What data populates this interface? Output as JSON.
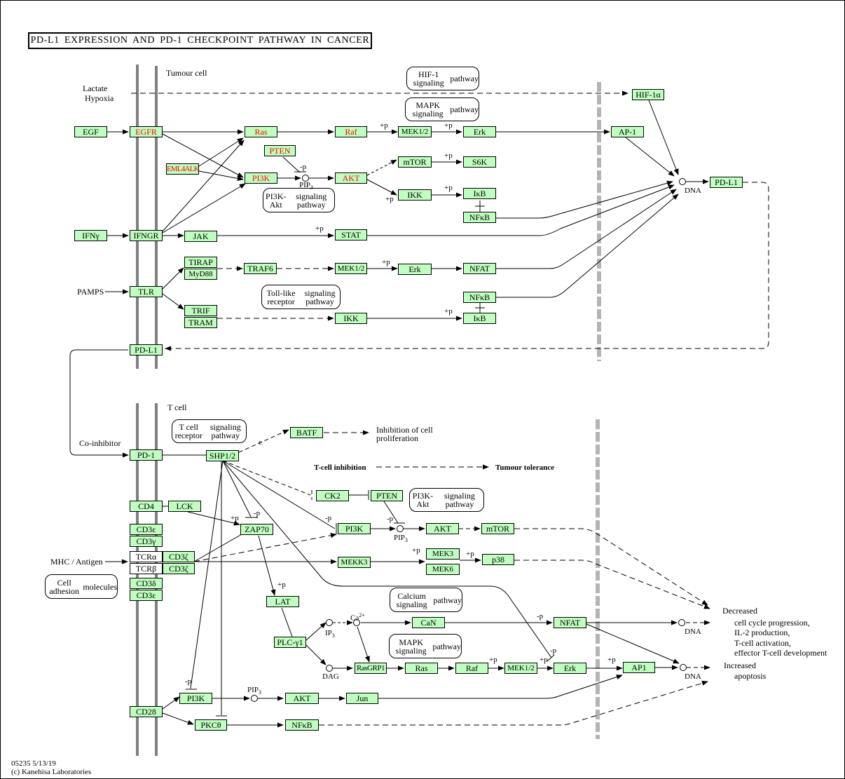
{
  "title": "PD-L1 EXPRESSION AND PD-1 CHECKPOINT PATHWAY IN CANCER",
  "colors": {
    "gene_fill": "#bfffbf",
    "highlight_text": "#ff0000",
    "membrane": "#808080",
    "nucleus_membrane": "#b4b4b4"
  },
  "compartments": {
    "tumour_cell": "Tumour cell",
    "t_cell": "T cell"
  },
  "tumour": {
    "inputs": {
      "lactate": "Lactate",
      "hypoxia": "Hypoxia",
      "pamps": "PAMPS"
    },
    "nodes": {
      "egf": "EGF",
      "egfr": "EGFR",
      "ras": "Ras",
      "raf": "Raf",
      "mek12": "MEK1/2",
      "erk": "Erk",
      "ap1": "AP-1",
      "hif1a": "HIF-1α",
      "pten": "PTEN",
      "eml4alk": "EML4ALK",
      "pi3k": "PI3K",
      "akt": "AKT",
      "mtor": "mTOR",
      "s6k": "S6K",
      "ikk": "IKK",
      "ikb": "IκB",
      "nfkb": "NFκB",
      "ifng": "IFNγ",
      "ifngr": "IFNGR",
      "jak": "JAK",
      "stat": "STAT",
      "tlr": "TLR",
      "tirap": "TIRAP",
      "myd88": "MyD88",
      "traf6": "TRAF6",
      "mek12b": "MEK1/2",
      "erkb": "Erk",
      "nfat": "NFAT",
      "trif": "TRIF",
      "tram": "TRAM",
      "ikk2": "IKK",
      "nfkb2": "NFκB",
      "ikb2": "IκB",
      "pdl1_nuc": "PD-L1",
      "pdl1_mem": "PD-L1"
    },
    "highlighted": [
      "egfr",
      "ras",
      "raf",
      "pten",
      "eml4alk",
      "pi3k",
      "akt"
    ],
    "compounds": {
      "pip3": "PIP",
      "pip3_sub": "3",
      "dna": "DNA"
    },
    "pathways": {
      "hif1": [
        "HIF-1 signaling",
        "pathway"
      ],
      "mapk": [
        "MAPK signaling",
        "pathway"
      ],
      "pi3kakt": [
        "PI3K-Akt",
        "signaling pathway"
      ],
      "tlr": [
        "Toll-like receptor",
        "signaling pathway"
      ]
    }
  },
  "tcell": {
    "inputs": {
      "coinhibitor": "Co-inhibitor",
      "mhc": "MHC / Antigen"
    },
    "nodes": {
      "pd1": "PD-1",
      "shp12": "SHP1/2",
      "batf": "BATF",
      "cd4": "CD4",
      "lck": "LCK",
      "cd3e": "CD3ε",
      "cd3g": "CD3γ",
      "tcra": "TCRα",
      "tcrb": "TCRβ",
      "cd3z1": "CD3ζ",
      "cd3z2": "CD3ζ",
      "cd3d": "CD3δ",
      "cd3e2": "CD3ε",
      "zap70": "ZAP70",
      "ck2": "CK2",
      "pten": "PTEN",
      "pi3k": "PI3K",
      "akt": "AKT",
      "mtor": "mTOR",
      "mekk3": "MEKK3",
      "mek3": "MEK3",
      "mek6": "MEK6",
      "p38": "p38",
      "lat": "LAT",
      "plcg1": "PLC-γ1",
      "can": "CaN",
      "nfat": "NFAT",
      "rasgrp1": "RasGRP1",
      "ras": "Ras",
      "raf": "Raf",
      "mek12": "MEK1/2",
      "erk": "Erk",
      "ap1": "AP1",
      "cd28": "CD28",
      "pi3k2": "PI3K",
      "akt2": "AKT",
      "jun": "Jun",
      "pkct": "PKCθ",
      "nfkb": "NFκB"
    },
    "compounds": {
      "pip3": "PIP",
      "pip3_sub": "3",
      "ip3": "IP",
      "ip3_sub": "3",
      "dag": "DAG",
      "ca": "Ca",
      "ca_sup": "2+",
      "dna1": "DNA",
      "dna2": "DNA"
    },
    "pathways": {
      "tcr": [
        "T cell receptor",
        "signaling pathway"
      ],
      "pi3kakt": [
        "PI3K-Akt",
        "signaling pathway"
      ],
      "cam": [
        "Cell adhesion",
        "molecules"
      ],
      "calcium": [
        "Calcium signaling",
        "pathway"
      ],
      "mapk": [
        "MAPK signaling",
        "pathway"
      ]
    },
    "outcomes": {
      "inhibition_prolif": [
        "Inhibition of cell",
        "proliferation"
      ],
      "tcell_inhibition": "T-cell inhibition",
      "tumour_tolerance": "Tumour tolerance",
      "decreased": "Decreased",
      "decreased_items": [
        "cell cycle progression,",
        "IL-2 production,",
        "T-cell activation,",
        "effector T-cell development"
      ],
      "increased": "Increased",
      "increased_items": [
        "apoptosis"
      ]
    }
  },
  "edge_labels": {
    "plus_p": "+p",
    "minus_p": "-p",
    "e": "e"
  },
  "footer": {
    "id_date": "05235 5/13/19",
    "copyright": "(c) Kanehisa Laboratories"
  }
}
